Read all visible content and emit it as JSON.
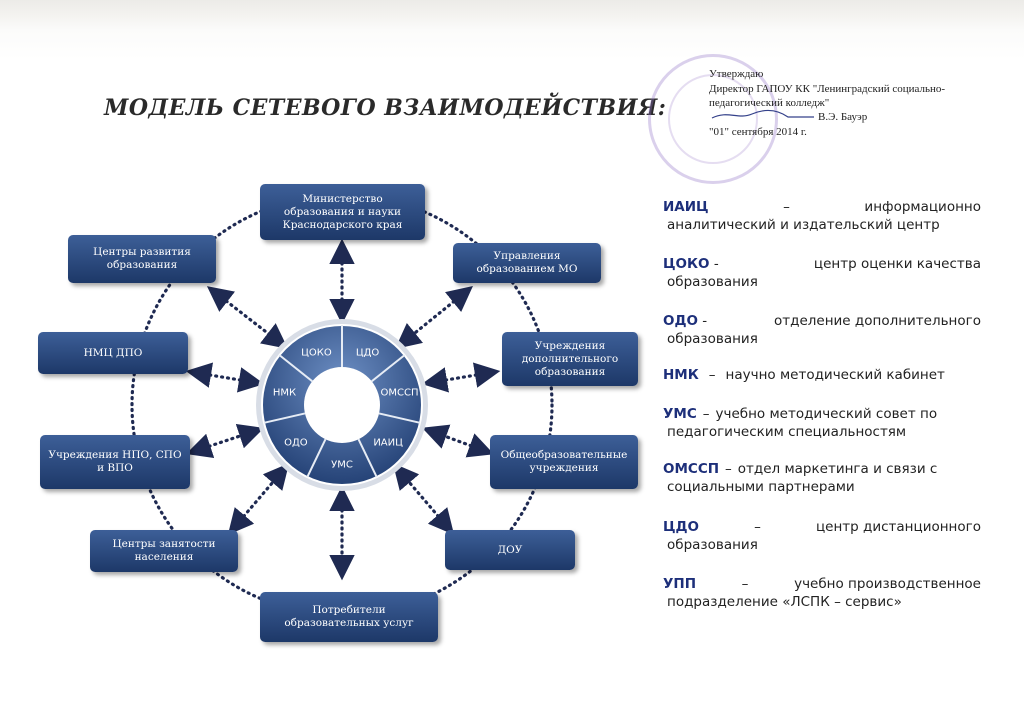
{
  "title": "МОДЕЛЬ СЕТЕВОГО  ВЗАИМОДЕЙСТВИЯ:",
  "approval": {
    "line1": "Утверждаю",
    "line2": "Директор ГАПОУ КК \"Ленинградский социально-",
    "line3": "педагогический колледж\"",
    "line4": "В.Э. Бауэр",
    "line5": "\"01\" сентября  2014 г."
  },
  "center_ring": [
    "ЦОКО",
    "ЦДО",
    "ОМССП",
    "ИАИЦ",
    "УМС",
    "ОДО",
    "НМК"
  ],
  "boxes": {
    "ministry": "Министерство образования и науки Краснодарского края",
    "centers_dev": "Центры развития образования",
    "management": "Управления образованием МО",
    "nmc": "НМЦ ДПО",
    "additional": "Учреждения дополнительного образования",
    "npo": "Учреждения НПО, СПО и ВПО",
    "general": "Общеобразовательные учреждения",
    "employment": "Центры занятости населения",
    "dou": "ДОУ",
    "consumers": "Потребители образовательных услуг"
  },
  "legend": [
    {
      "abbr": "ИАИЦ",
      "sep": "–",
      "text1": "информационно",
      "text2": "аналитический и  издательский центр"
    },
    {
      "abbr": "ЦОКО",
      "sep": "-",
      "text1": "центр  оценки  качества",
      "text2": "образования"
    },
    {
      "abbr": "ОДО",
      "sep": "-",
      "text1": "отделение  дополнительного",
      "text2": "образования"
    },
    {
      "abbr": "НМК",
      "sep": "–",
      "text1": "научно  методический кабинет",
      "text2": ""
    },
    {
      "abbr": "УМС",
      "sep": "–",
      "text1": "учебно  методический совет  по",
      "text2": "педагогическим специальностям"
    },
    {
      "abbr": "ОМССП",
      "sep": "–",
      "text1": "отдел  маркетинга и  связи с",
      "text2": "социальными партнерами"
    },
    {
      "abbr": "ЦДО",
      "sep": "–",
      "text1": "центр   дистанционного",
      "text2": "образования"
    },
    {
      "abbr": "УПП",
      "sep": "–",
      "text1": "учебно  производственное",
      "text2": "подразделение «ЛСПК –  сервис»"
    }
  ],
  "colors": {
    "box_dark": "#1d3868",
    "box_light": "#3d5f98",
    "ring_outer": "#2d4f8a",
    "dots": "#1f2a52",
    "legend_abbr": "#1d2f7a"
  }
}
